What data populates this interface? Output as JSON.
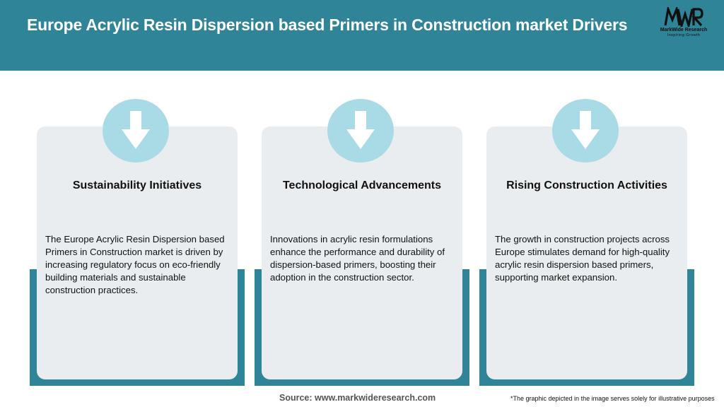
{
  "header": {
    "title": "Europe Acrylic Resin Dispersion based Primers in Construction market Drivers",
    "background_color": "#2f8498"
  },
  "logo": {
    "mark": "MWR",
    "name": "MarkWide Research",
    "tagline": "Inspiring Growth"
  },
  "cards": [
    {
      "icon": "down-arrow-icon",
      "title": "Sustainability Initiatives",
      "text": "The Europe Acrylic Resin Dispersion based Primers in Construction market is driven by increasing regulatory focus on eco-friendly building materials and sustainable construction practices."
    },
    {
      "icon": "down-arrow-icon",
      "title": "Technological Advancements",
      "text": "Innovations in acrylic resin formulations enhance the performance and durability of dispersion-based primers, boosting their adoption in the construction sector."
    },
    {
      "icon": "down-arrow-icon",
      "title": "Rising Construction Activities",
      "text": "The growth in construction projects across Europe stimulates demand for high-quality acrylic resin dispersion based primers, supporting market expansion."
    }
  ],
  "footer": {
    "source": "Source: www.markwideresearch.com",
    "disclaimer": "*The graphic depicted in the image serves solely for illustrative purposes"
  },
  "colors": {
    "accent": "#2f8498",
    "card_background": "#eaedef",
    "icon_circle": "#a8dbe6"
  }
}
